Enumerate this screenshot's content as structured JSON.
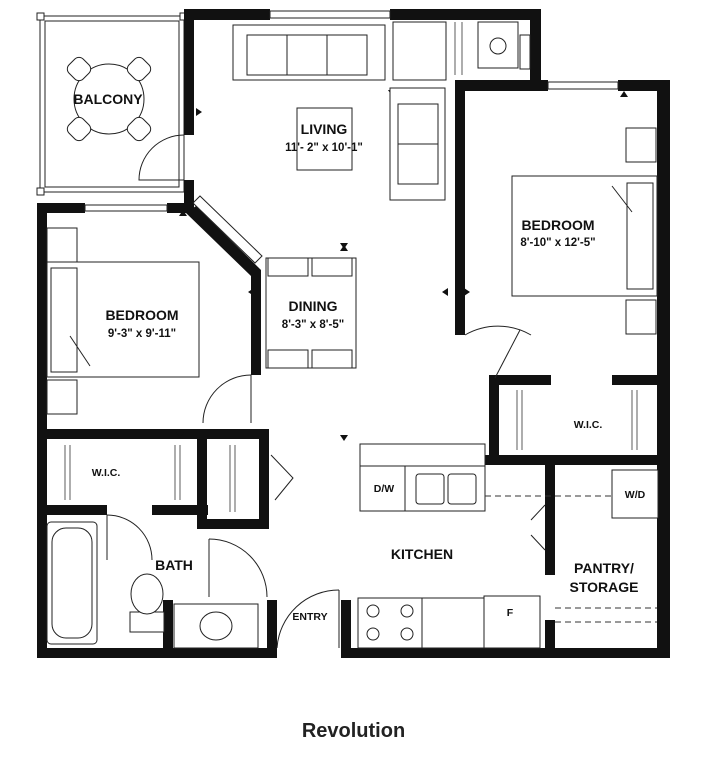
{
  "plan_name": "Revolution",
  "rooms": {
    "balcony": {
      "name": "BALCONY"
    },
    "living": {
      "name": "LIVING",
      "dims": "11'- 2\" x 10'-1\""
    },
    "bedroom_right": {
      "name": "BEDROOM",
      "dims": "8'-10\" x 12'-5\""
    },
    "bedroom_left": {
      "name": "BEDROOM",
      "dims": "9'-3\" x 9'-11\""
    },
    "dining": {
      "name": "DINING",
      "dims": "8'-3\" x 8'-5\""
    },
    "wic_left": {
      "name": "W.I.C."
    },
    "wic_right": {
      "name": "W.I.C."
    },
    "bath": {
      "name": "BATH"
    },
    "kitchen": {
      "name": "KITCHEN"
    },
    "pantry": {
      "name": "PANTRY/",
      "name2": "STORAGE"
    },
    "entry": {
      "name": "ENTRY"
    }
  },
  "appliances": {
    "dishwasher": "D/W",
    "washer_dryer": "W/D",
    "fridge": "F"
  }
}
